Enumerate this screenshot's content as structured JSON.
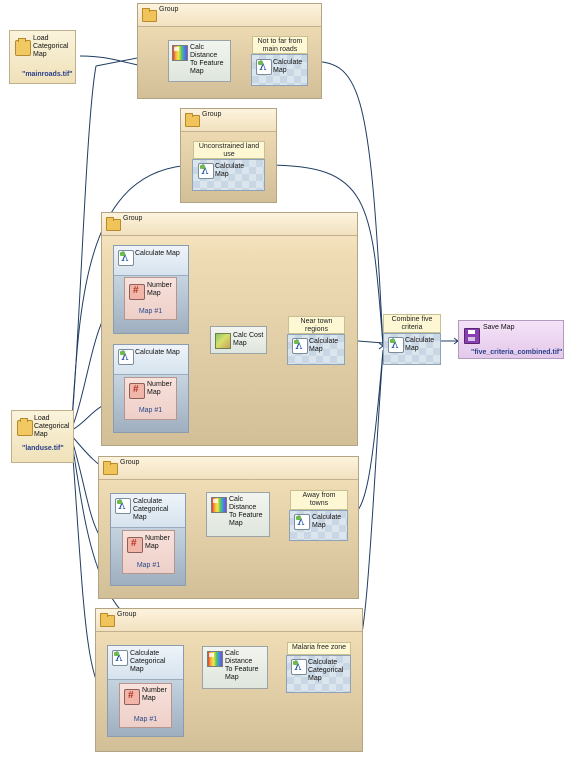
{
  "groups": [
    {
      "label": "Group"
    },
    {
      "label": "Group"
    },
    {
      "label": "Group"
    },
    {
      "label": "Group"
    },
    {
      "label": "Group"
    }
  ],
  "load1": {
    "title": "Load\nCategorical\nMap",
    "file": "\"mainroads.tif\""
  },
  "load2": {
    "title": "Load\nCategorical\nMap",
    "file": "\"landuse.tif\""
  },
  "g1": {
    "calc_dist": "Calc\nDistance\nTo Feature\nMap",
    "label": "Not to far from\nmain roads",
    "calc": "Calculate\nMap"
  },
  "g2": {
    "label": "Unconstrained land\nuse",
    "calc": "Calculate\nMap"
  },
  "g3": {
    "container1": "Calculate Map",
    "number1": "Number\nMap",
    "number1_sub": "Map #1",
    "container2": "Calculate Map",
    "number2": "Number\nMap",
    "number2_sub": "Map #1",
    "calc_cost": "Calc Cost\nMap",
    "label": "Near town\nregions",
    "calc": "Calculate\nMap"
  },
  "g4": {
    "container": "Calculate\nCategorical\nMap",
    "number": "Number\nMap",
    "number_sub": "Map #1",
    "calc_dist": "Calc\nDistance\nTo Feature\nMap",
    "label": "Away from\ntowns",
    "calc": "Calculate\nMap"
  },
  "g5": {
    "container": "Calculate\nCategorical\nMap",
    "number": "Number\nMap",
    "number_sub": "Map #1",
    "calc_dist": "Calc\nDistance\nTo Feature\nMap",
    "label": "Malaria free zone",
    "calc": "Calculate\nCategorical\nMap"
  },
  "combine": {
    "label": "Combine five\ncriteria",
    "calc": "Calculate\nMap"
  },
  "save": {
    "title": "Save Map",
    "file": "\"five_criteria_combined.tif\""
  },
  "colors": {
    "edge": "#1f3d62",
    "group_bg": "#efdcb4",
    "container_bg": "#c9d7e3",
    "number_bg": "#f8e2dc",
    "save_bg": "#f5e3f8"
  }
}
